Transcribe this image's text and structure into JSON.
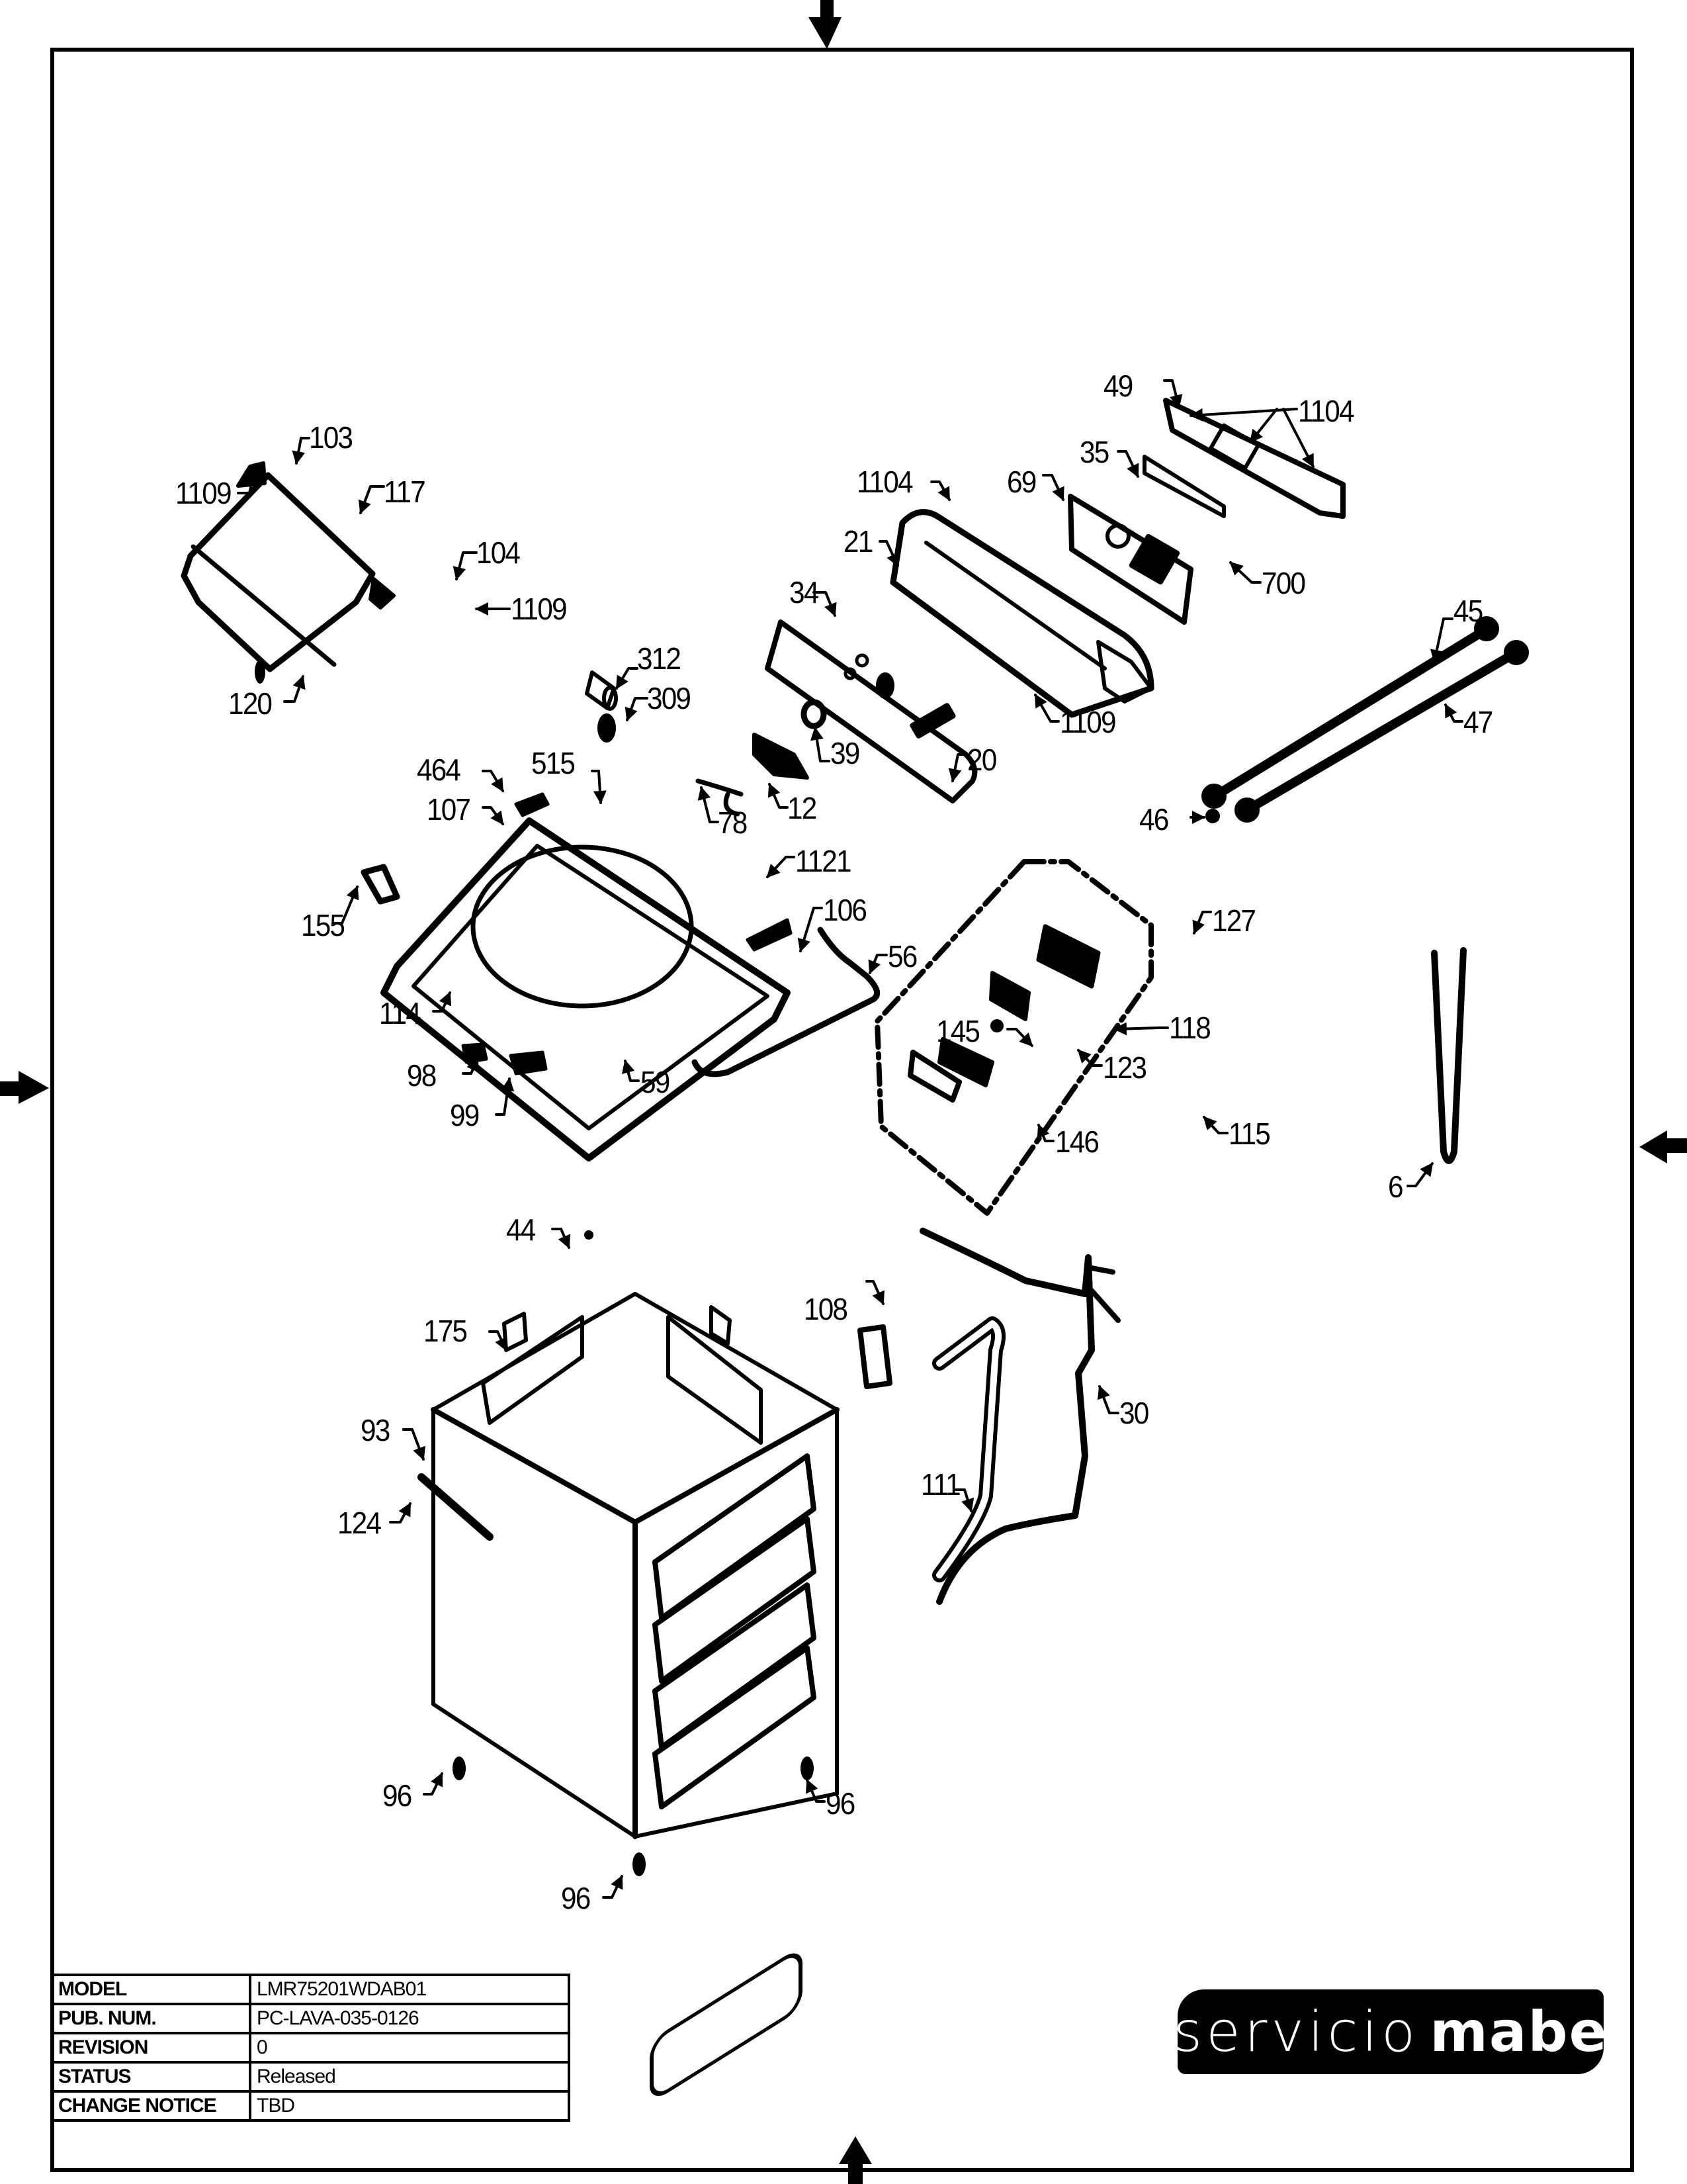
{
  "document": {
    "type": "exploded parts diagram",
    "subject": "top-load washer cabinet and console assembly"
  },
  "callouts": {
    "c103": "103",
    "c1109_a": "1109",
    "c117": "117",
    "c104": "104",
    "c1109_b": "1109",
    "c120": "120",
    "c312": "312",
    "c309": "309",
    "c1104_a": "1104",
    "c21": "21",
    "c34": "34",
    "c39": "39",
    "c20": "20",
    "c1109_c": "1109",
    "c12": "12",
    "c78": "78",
    "c49": "49",
    "c1104_b": "1104",
    "c35": "35",
    "c69": "69",
    "c700": "700",
    "c45": "45",
    "c47": "47",
    "c46": "46",
    "c464": "464",
    "c515": "515",
    "c107": "107",
    "c1121": "1121",
    "c106": "106",
    "c56": "56",
    "c155": "155",
    "c114": "114",
    "c98": "98",
    "c99": "99",
    "c59": "59",
    "c127": "127",
    "c118": "118",
    "c145": "145",
    "c123": "123",
    "c146": "146",
    "c115": "115",
    "c6": "6",
    "c44": "44",
    "c175": "175",
    "c108": "108",
    "c93": "93",
    "c124": "124",
    "c30": "30",
    "c111": "111",
    "c96_a": "96",
    "c96_b": "96",
    "c96_c": "96"
  },
  "title_block": {
    "rows": [
      {
        "key": "MODEL",
        "value": "LMR75201WDAB01"
      },
      {
        "key": "PUB. NUM.",
        "value": "PC-LAVA-035-0126"
      },
      {
        "key": "REVISION",
        "value": "0"
      },
      {
        "key": "STATUS",
        "value": "Released"
      },
      {
        "key": "CHANGE NOTICE",
        "value": "TBD"
      }
    ]
  },
  "logo": {
    "light_text": "servicio",
    "bold_text": "mabe"
  },
  "frame_markers": [
    "arrow-top",
    "arrow-bottom",
    "arrow-left",
    "arrow-right"
  ]
}
